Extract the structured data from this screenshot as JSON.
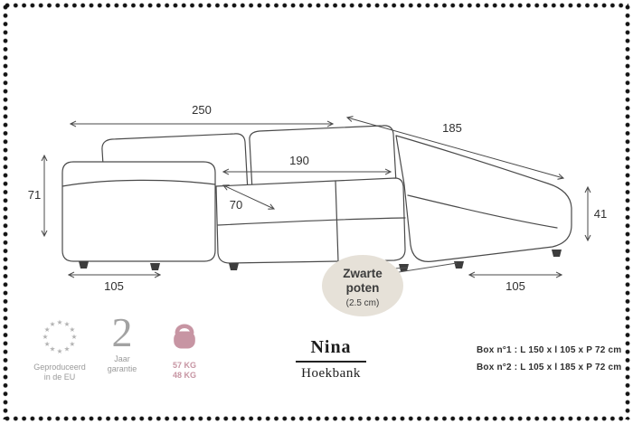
{
  "product": {
    "name": "Nina",
    "category": "Hoekbank"
  },
  "dimensions": {
    "total_width": "250",
    "chaise_length": "185",
    "seat_width": "190",
    "seat_depth": "70",
    "back_height": "71",
    "seat_height": "41",
    "left_depth": "105",
    "right_depth": "105"
  },
  "legs_badge": {
    "line1": "Zwarte",
    "line2": "poten",
    "size": "(2.5 cm)"
  },
  "footer": {
    "eu": {
      "line1": "Geproduceerd",
      "line2": "in de EU"
    },
    "warranty": {
      "years": "2",
      "line1": "Jaar",
      "line2": "garantie"
    },
    "weights": {
      "line1": "57 KG",
      "line2": "48 KG"
    },
    "boxes": {
      "box1": "Box n°1 : L 150 x l 105 x P 72 cm",
      "box2": "Box n°2 : L 105 x l 185 x P 72 cm"
    }
  },
  "colors": {
    "line": "#4a4a4a",
    "muted_gray": "#9a9a9a",
    "accent_pink": "#c795a3",
    "badge_bg": "#e6e1d8",
    "dot_border": "#141414"
  }
}
